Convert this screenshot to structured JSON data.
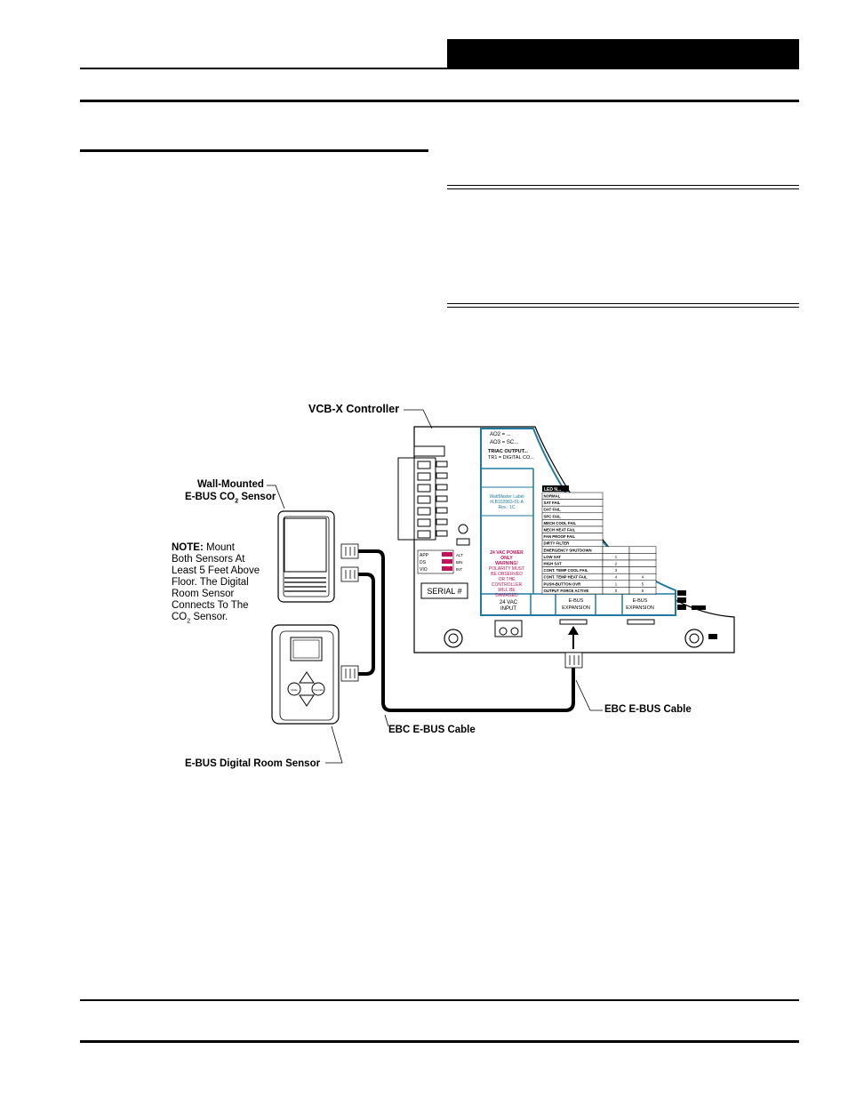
{
  "labels": {
    "controller": "VCB-X Controller",
    "co2_sensor_line1": "Wall-Mounted",
    "co2_sensor_line2_pre": "E-BUS CO",
    "co2_sensor_line2_sub": "2",
    "co2_sensor_line2_post": " Sensor",
    "cable_left": "EBC E-BUS Cable",
    "cable_right": "EBC E-BUS Cable",
    "digital_room_sensor": "E-BUS Digital Room Sensor"
  },
  "note": {
    "heading": "NOTE:",
    "line1": "Mount",
    "line2": "Both Sensors At",
    "line3": "Least 5 Feet Above",
    "line4": "Floor. The Digital",
    "line5": "Room Sensor",
    "line6": "Connects To The",
    "line7_pre": "CO",
    "line7_sub": "2",
    "line7_post": " Sensor."
  },
  "board": {
    "top_text_1": "AO2 = ...",
    "top_text_2": "AO3 = SC...",
    "triac_1": "TRIAC OUTPUT...",
    "triac_2": "TR1 = DIGITAL CO...",
    "wattmaster_1": "WattMaster Label",
    "wattmaster_2": "#LB102063-01-A",
    "wattmaster_3": "Rev.: 1C",
    "warning_1": "24 VAC POWER",
    "warning_2": "ONLY",
    "warning_3": "WARNING!",
    "warning_4": "POLARITY MUST",
    "warning_5": "BE OBSERVED",
    "warning_6": "OR THE",
    "warning_7": "CONTROLLER",
    "warning_8": "WILL BE",
    "warning_9": "DAMAGED",
    "led_header": "LED N...",
    "led_table": [
      {
        "name": "NORMAL",
        "a": "",
        "b": ""
      },
      {
        "name": "SAT FAIL",
        "a": "",
        "b": ""
      },
      {
        "name": "OAT FAIL",
        "a": "",
        "b": ""
      },
      {
        "name": "SPC FAIL",
        "a": "",
        "b": ""
      },
      {
        "name": "MECH COOL FAIL",
        "a": "",
        "b": ""
      },
      {
        "name": "MECH HEAT FAIL",
        "a": "",
        "b": ""
      },
      {
        "name": "FAN PROOF FAIL",
        "a": "",
        "b": ""
      },
      {
        "name": "DIRTY FILTER",
        "a": "",
        "b": ""
      },
      {
        "name": "EMERGENCY SHUTDOWN",
        "a": "",
        "b": ""
      },
      {
        "name": "LOW SAT",
        "a": "1",
        "b": ""
      },
      {
        "name": "HIGH SAT",
        "a": "2",
        "b": ""
      },
      {
        "name": "CONT. TEMP COOL FAIL",
        "a": "3",
        "b": ""
      },
      {
        "name": "CONT. TEMP HEAT FAIL",
        "a": "4",
        "b": "4"
      },
      {
        "name": "PUSH-BUTTON OVR",
        "a": "1",
        "b": "5"
      },
      {
        "name": "OUTPUT FORCE ACTIVE",
        "a": "0",
        "b": "6"
      }
    ],
    "input_label_1": "24 VAC",
    "input_label_2": "INPUT",
    "ebus_1a": "E-BUS",
    "ebus_1b": "EXPANSION",
    "ebus_2a": "E-BUS",
    "ebus_2b": "EXPANSION",
    "serial": "SERIAL #",
    "leds_left": [
      "APP",
      "DS",
      "VIO"
    ],
    "leds_right": [
      "ALT",
      "BIN",
      "INT"
    ]
  },
  "room_sensor": {
    "btn_left": "Mode",
    "btn_right": "Override"
  }
}
